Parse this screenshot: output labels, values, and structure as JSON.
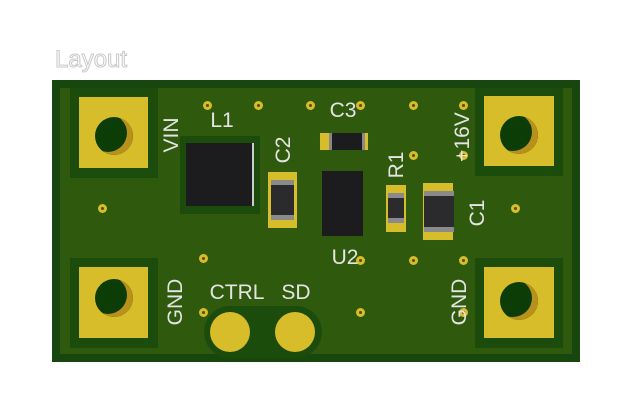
{
  "title": "Layout",
  "labels": {
    "vin": "VIN",
    "l1": "L1",
    "c2": "C2",
    "c3": "C3",
    "r1": "R1",
    "v16": "+16V",
    "c1": "C1",
    "u2": "U2",
    "gnd_left": "GND",
    "ctrl": "CTRL",
    "sd": "SD",
    "gnd_right": "GND"
  },
  "colors": {
    "board": "#2f5a0e",
    "edge": "#17470f",
    "pad": "#d8bd2b",
    "silkscreen": "#e4e4e4"
  }
}
